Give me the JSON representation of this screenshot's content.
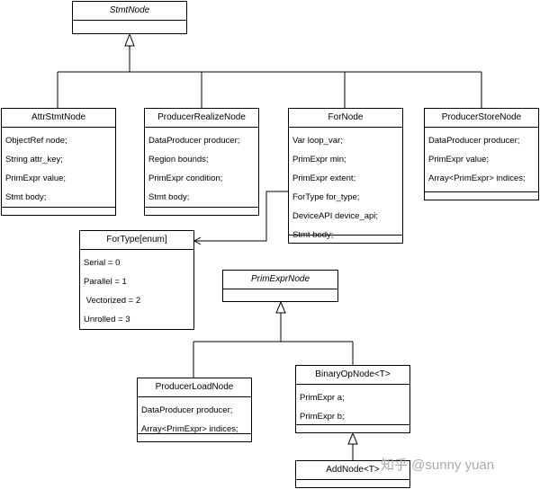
{
  "classes": {
    "stmt_node": {
      "name": "StmtNode"
    },
    "attr_stmt_node": {
      "name": "AttrStmtNode",
      "attrs": [
        "ObjectRef node;",
        "String attr_key;",
        "PrimExpr value;",
        "Stmt body;"
      ]
    },
    "producer_realize_node": {
      "name": "ProducerRealizeNode",
      "attrs": [
        "DataProducer producer;",
        "Region bounds;",
        "PrimExpr condition;",
        "Stmt body;"
      ]
    },
    "for_node": {
      "name": "ForNode",
      "attrs": [
        "Var loop_var;",
        "PrimExpr min;",
        "PrimExpr extent;",
        "ForType for_type;",
        "DeviceAPI device_api;",
        "Stmt body;"
      ]
    },
    "producer_store_node": {
      "name": "ProducerStoreNode",
      "attrs": [
        "DataProducer producer;",
        "PrimExpr value;",
        "Array<PrimExpr> indices;"
      ]
    },
    "for_type_enum": {
      "name": "ForType[enum]",
      "attrs": [
        "Serial = 0",
        "Parallel = 1",
        " Vectorized = 2",
        "Unrolled = 3"
      ]
    },
    "prim_expr_node": {
      "name": "PrimExprNode"
    },
    "producer_load_node": {
      "name": "ProducerLoadNode",
      "attrs": [
        "DataProducer producer;",
        "Array<PrimExpr> indices;"
      ]
    },
    "binary_op_node": {
      "name": "BinaryOpNode<T>",
      "attrs": [
        "PrimExpr a;",
        "PrimExpr b;"
      ]
    },
    "add_node": {
      "name": "AddNode<T>"
    }
  },
  "watermark": "知乎 @sunny yuan"
}
